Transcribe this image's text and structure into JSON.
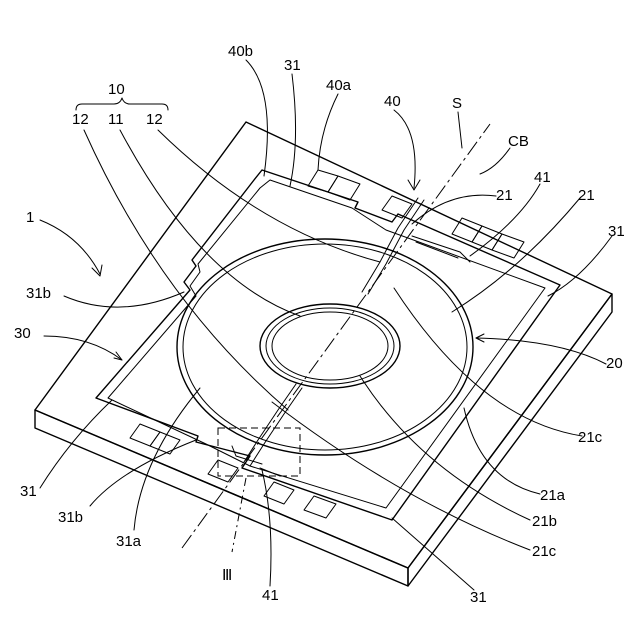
{
  "labels": {
    "l10": "10",
    "l12a": "12",
    "l11": "11",
    "l12b": "12",
    "l40b": "40b",
    "l31_top": "31",
    "l40a": "40a",
    "l40": "40",
    "lS": "S",
    "lCB": "CB",
    "l21_top": "21",
    "l41_top": "41",
    "l21_right": "21",
    "l31_right": "31",
    "l1": "1",
    "l31b_left": "31b",
    "l30": "30",
    "l20": "20",
    "l21c_right": "21c",
    "l21a": "21a",
    "l31_bl": "31",
    "l31b_bottom": "31b",
    "l31a": "31a",
    "l21b": "21b",
    "l21c_bottom": "21c",
    "l3": "Ⅲ",
    "l41_bottom": "41",
    "l31_br": "31"
  }
}
